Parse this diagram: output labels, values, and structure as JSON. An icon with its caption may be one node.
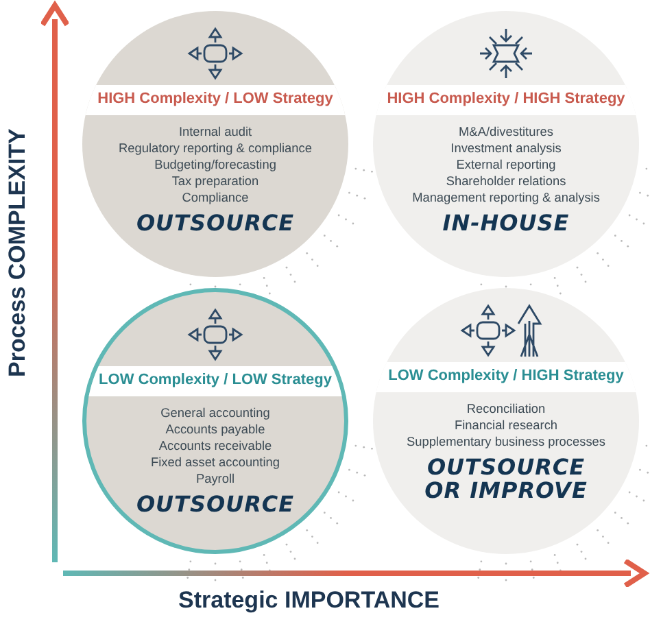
{
  "diagram": {
    "nodes": [
      {
        "text": [
          "HIGH Complexity / LOW Strategy",
          "Internal audit",
          "Regulatory reporting & compliance",
          "Budgeting/forecasting",
          "Tax preparation",
          "Compliance",
          "OUTSOURCE"
        ]
      },
      {
        "text": [
          "HIGH Complexity / HIGH Strategy",
          "M&A/divestitures",
          "Investment analysis",
          "External reporting",
          "Shareholder relations",
          "Management reporting & analysis",
          "IN-HOUSE"
        ]
      },
      {
        "text": [
          "LOW Complexity / LOW Strategy",
          "General accounting",
          "Accounts payable",
          "Accounts receivable",
          "Fixed asset accounting",
          "Payroll",
          "OUTSOURCE"
        ]
      },
      {
        "text": [
          "LOW Complexity / HIGH Strategy",
          "Reconciliation",
          "Financial research",
          "Supplementary business processes",
          "OUTSOURCE OR IMPROVE"
        ]
      }
    ],
    "labels": [
      "Process COMPLEXITY",
      "Strategic IMPORTANCE"
    ]
  }
}
